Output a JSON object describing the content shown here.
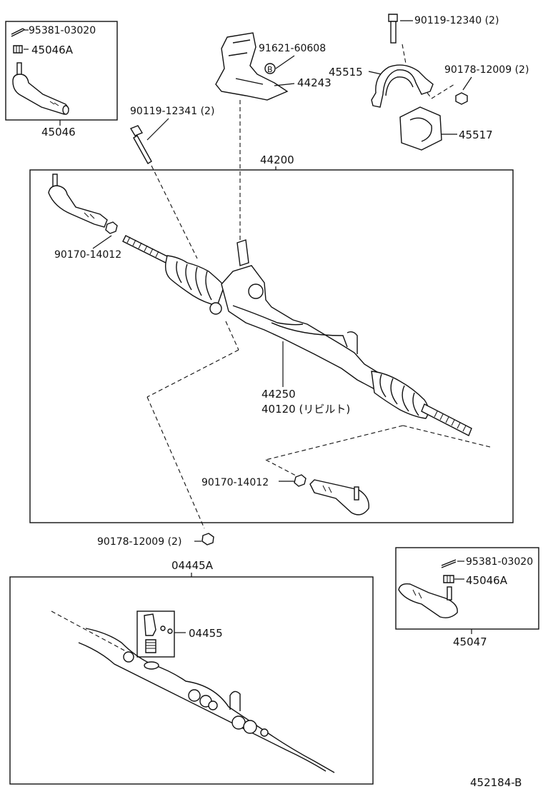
{
  "diagram": {
    "figure_code": "452184-B",
    "labels": {
      "topleft_cotter": "95381-03020",
      "topleft_nut": "45046A",
      "topleft_tierod": "45046",
      "bolt_upper": "90119-12341 (2)",
      "bracket_bolt": "91621-60608",
      "bracket_ref": "B",
      "bracket": "44243",
      "clamp_bolt": "90119-12340 (2)",
      "clamp": "45515",
      "clamp_nut": "90178-12009 (2)",
      "bushing": "45517",
      "assembly": "44200",
      "nut_left": "90170-14012",
      "rack_housing": "44250",
      "rack_rebuilt": "40120 (リビルト)",
      "nut_right": "90170-14012",
      "nut_bottom": "90178-12009 (2)",
      "kit": "04445A",
      "kit_part": "04455",
      "br_cotter": "95381-03020",
      "br_nut": "45046A",
      "br_tierod": "45047"
    }
  }
}
